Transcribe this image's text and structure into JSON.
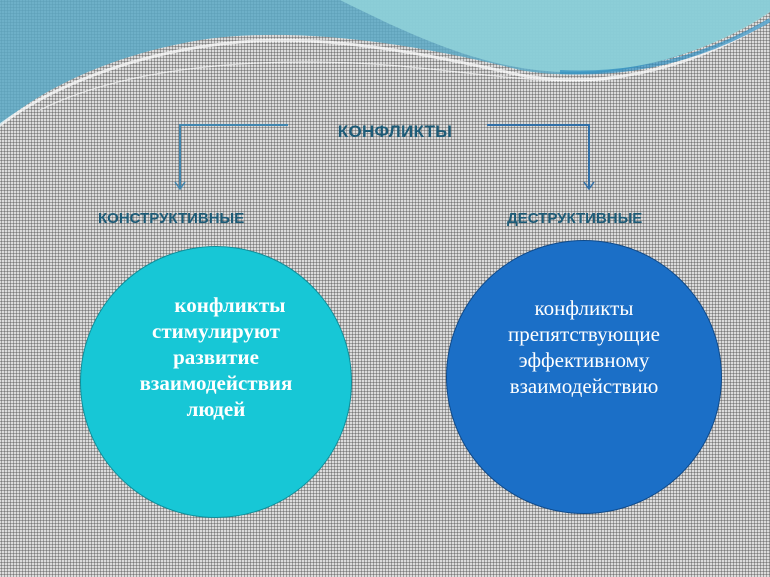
{
  "diagram": {
    "title": "КОНФЛИКТЫ",
    "branches": [
      {
        "label": "КОНСТРУКТИВНЫЕ",
        "description_lines": [
          "конфликты",
          "стимулируют",
          "развитие",
          "взаимодействия",
          "людей"
        ],
        "color": "#17c7d6"
      },
      {
        "label": "ДЕСТРУКТИВНЫЕ",
        "description_lines": [
          "конфликты",
          "препятствующие",
          "эффективному",
          "взаимодействию"
        ],
        "color": "#1b6fc7"
      }
    ]
  },
  "colors": {
    "heading": "#1d5b77",
    "connector": "#3f86b0",
    "wave_light": "#7fc6d2",
    "wave_dark": "#4f9fbf"
  }
}
